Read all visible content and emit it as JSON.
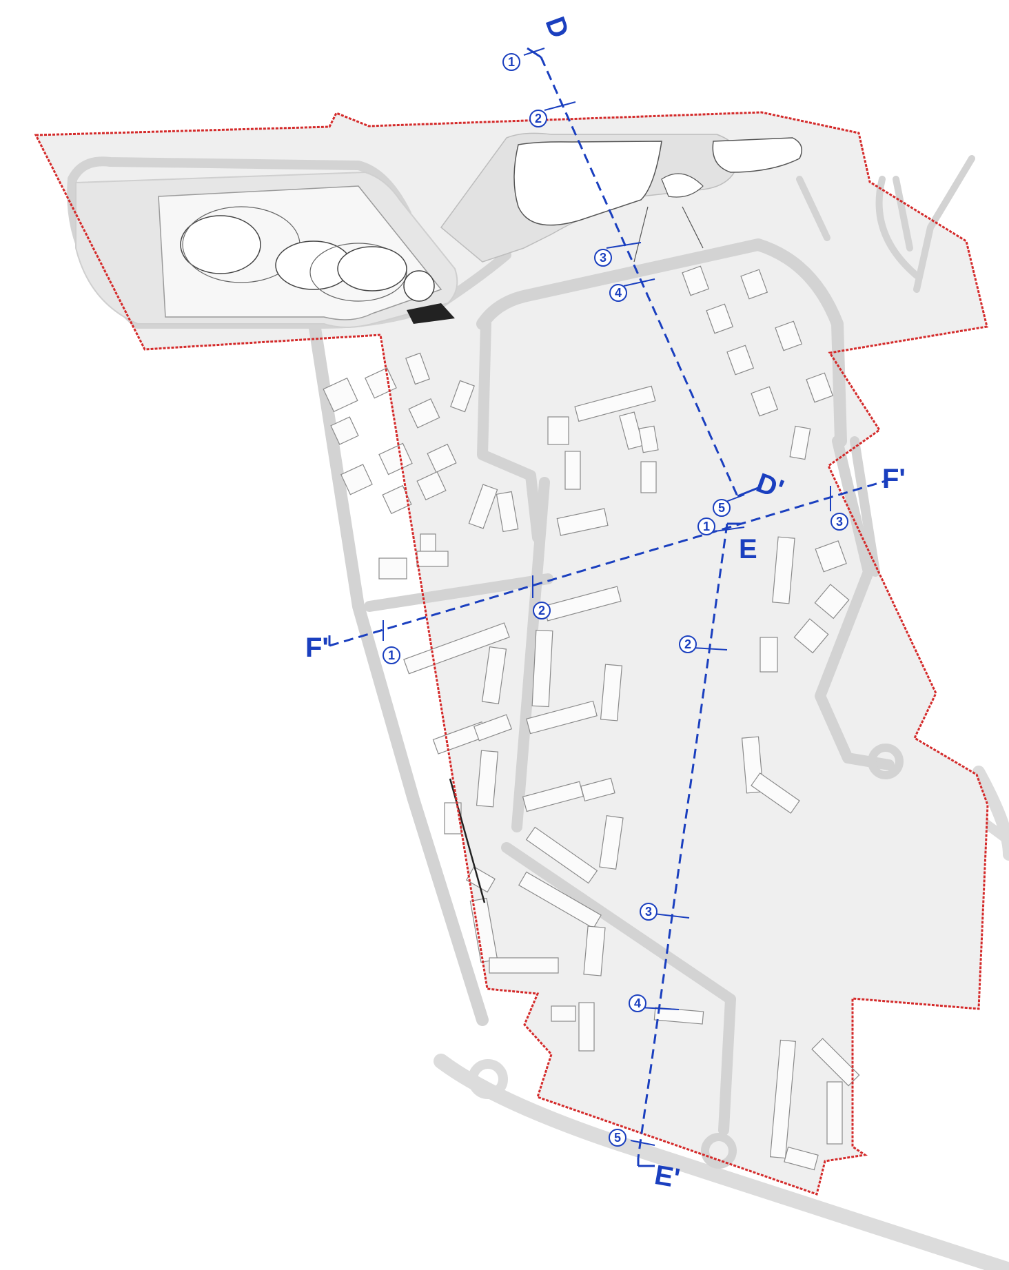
{
  "map": {
    "colors": {
      "boundary": "#d42a2a",
      "section_line": "#1a3fbf",
      "road": "#d6d6d6",
      "site_fill": "#efefef",
      "building": "#fbfbfb"
    },
    "sections": [
      {
        "id": "D",
        "start_label": "D",
        "end_label": "D'",
        "station_numbers": [
          "1",
          "2",
          "3",
          "4",
          "5"
        ]
      },
      {
        "id": "E",
        "start_label": "E",
        "end_label": "E'",
        "station_numbers": [
          "1",
          "2",
          "3",
          "4",
          "5"
        ]
      },
      {
        "id": "F",
        "start_label": "F'",
        "end_label": "F'",
        "station_numbers": [
          "1",
          "2",
          "3"
        ]
      }
    ]
  }
}
